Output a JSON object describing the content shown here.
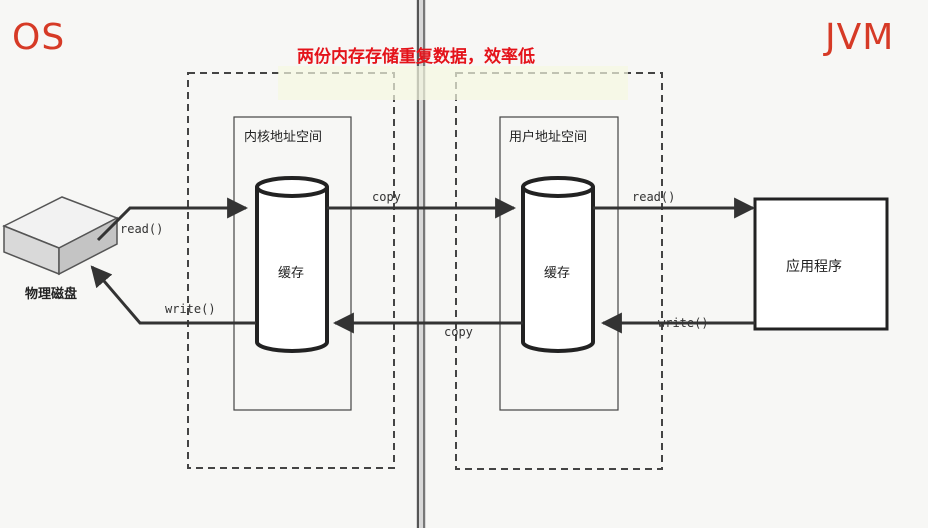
{
  "header": {
    "left_label": "OS",
    "right_label": "JVM",
    "headline": "两份内存存储重复数据，效率低"
  },
  "nodes": {
    "disk": "物理磁盘",
    "kernel_space": "内核地址空间",
    "user_space": "用户地址空间",
    "kernel_cache": "缓存",
    "user_cache": "缓存",
    "application": "应用程序"
  },
  "edges": {
    "disk_read": "read()",
    "disk_write": "write()",
    "copy_to_user": "copy",
    "copy_to_kernel": "copy",
    "app_read": "read()",
    "app_write": "write()"
  },
  "colors": {
    "accent_red": "#e4131a",
    "label_red": "#d63a26",
    "line": "#333333"
  }
}
